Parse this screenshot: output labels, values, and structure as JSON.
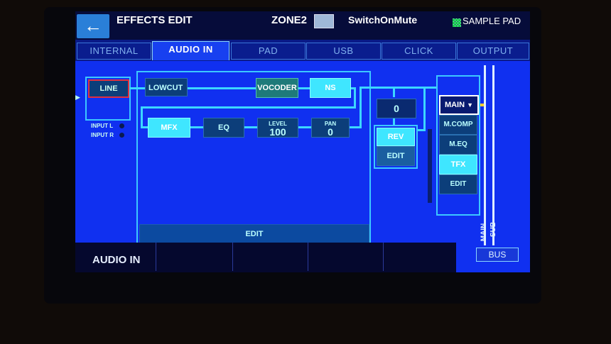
{
  "header": {
    "back_icon": "back-arrow-icon",
    "title": "EFFECTS EDIT",
    "zone": "ZONE2",
    "preset": "SwitchOnMute",
    "sample_pad": "SAMPLE PAD"
  },
  "tabs": [
    {
      "label": "INTERNAL"
    },
    {
      "label": "AUDIO IN",
      "active": true
    },
    {
      "label": "PAD"
    },
    {
      "label": "USB"
    },
    {
      "label": "CLICK"
    },
    {
      "label": "OUTPUT"
    }
  ],
  "input": {
    "source": "LINE",
    "input_l": "INPUT L",
    "input_r": "INPUT R"
  },
  "chain": {
    "lowcut": "LOWCUT",
    "vocoder": "VOCODER",
    "ns": "NS",
    "mfx": "MFX",
    "eq": "EQ",
    "level_label": "LEVEL",
    "level_value": "100",
    "pan_label": "PAN",
    "pan_value": "0",
    "edit": "EDIT"
  },
  "reverb": {
    "send_value": "0",
    "rev": "REV",
    "edit": "EDIT"
  },
  "master": {
    "output": "MAIN",
    "mcomp": "M.COMP",
    "meq": "M.EQ",
    "tfx": "TFX",
    "edit": "EDIT"
  },
  "bus": {
    "main": "MAIN",
    "sub": "SUB",
    "bus": "BUS"
  },
  "footer": {
    "label": "AUDIO IN"
  },
  "colors": {
    "screen_bg": "#1030f0",
    "active_block": "#3fe6ff",
    "inactive_block": "#0c3e7a",
    "wire": "#3cd7ff"
  }
}
